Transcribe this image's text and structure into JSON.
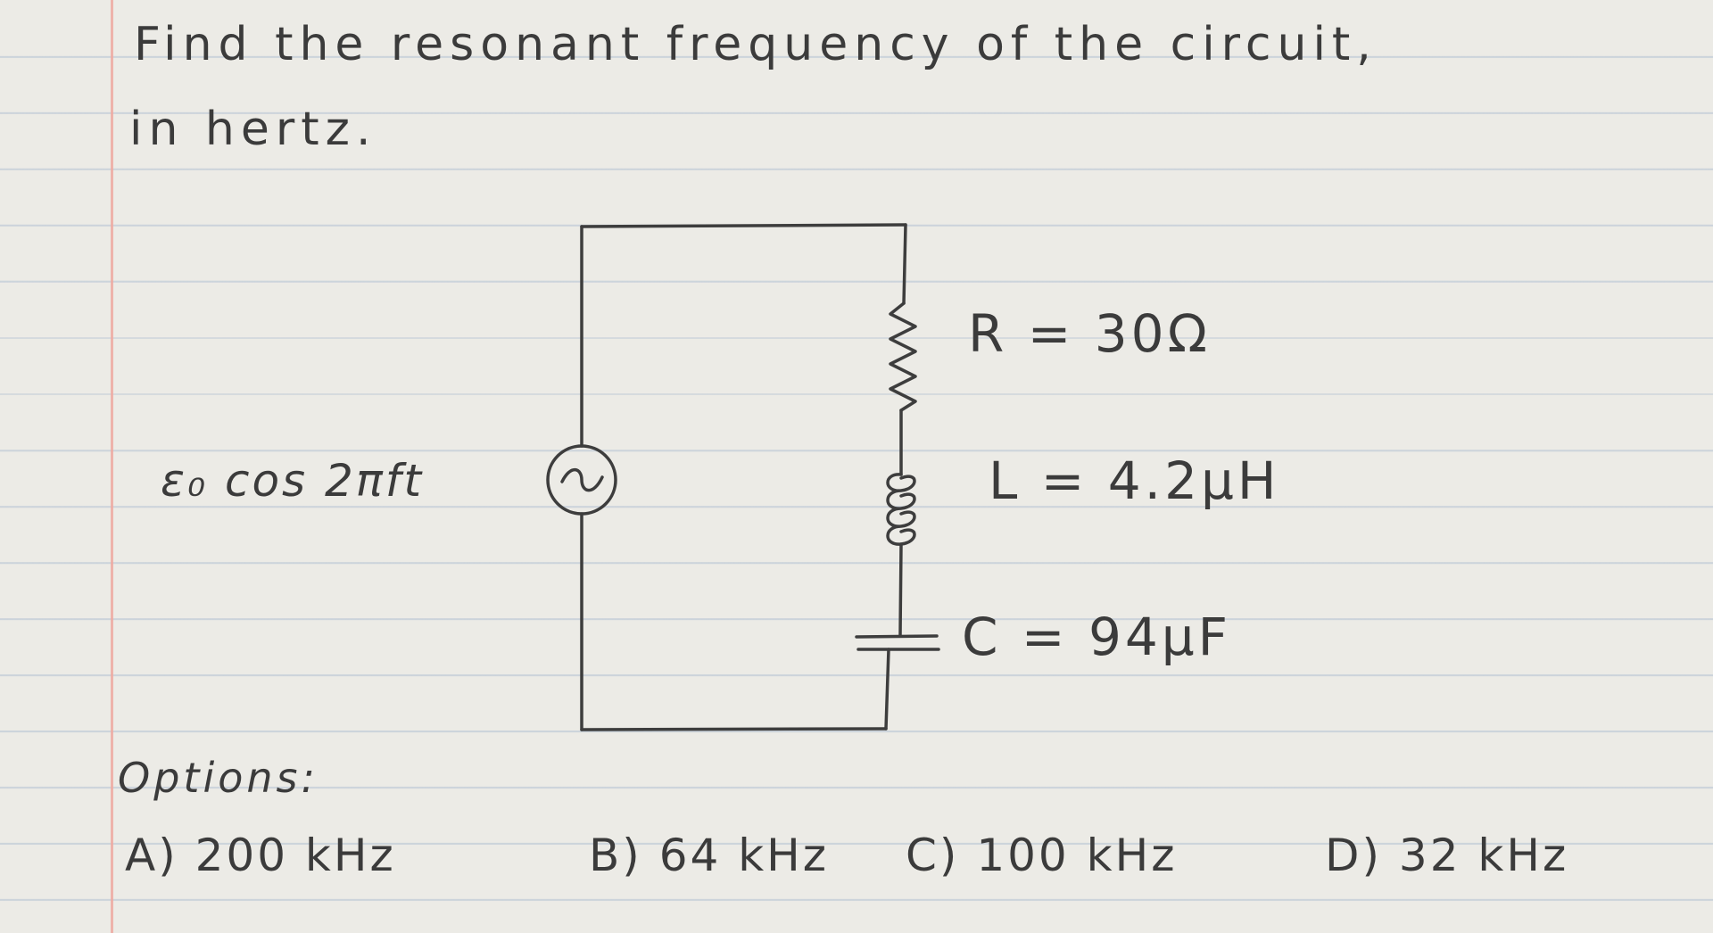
{
  "question": {
    "line1": "Find the resonant frequency of the circuit,",
    "line2": "in hertz."
  },
  "circuit": {
    "source_label": "ε₀ cos 2πft",
    "resistor_label": "R = 30Ω",
    "inductor_label": "L = 4.2μH",
    "capacitor_label": "C = 94μF"
  },
  "options": {
    "heading": "Options:",
    "items": [
      "A) 200 kHz",
      "B) 64 kHz",
      "C) 100 kHz",
      "D) 32 kHz"
    ]
  }
}
